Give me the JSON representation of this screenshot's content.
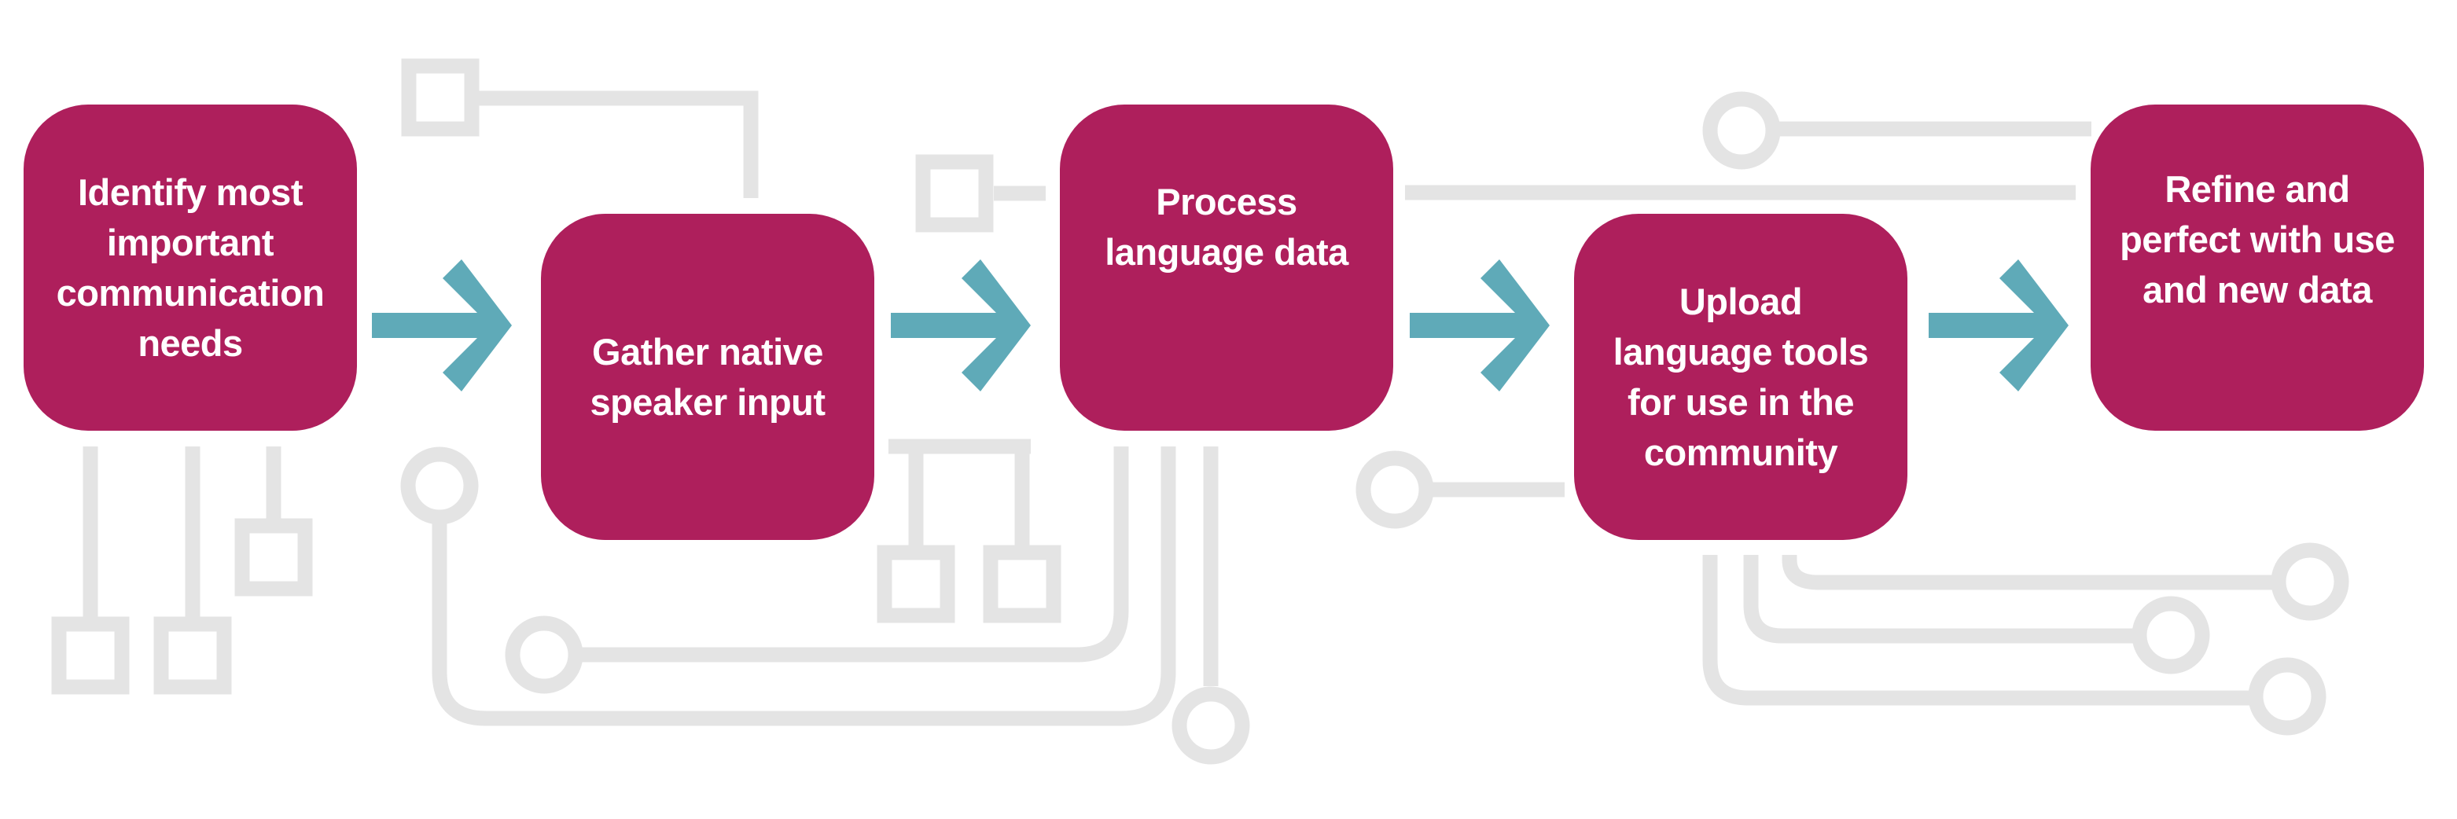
{
  "diagram": {
    "type": "process-flow",
    "colors": {
      "step_fill": "#AE1F5C",
      "step_text": "#FFFFFF",
      "arrow": "#5FAAB8",
      "decoration": "#E4E4E4",
      "background": "#FFFFFF"
    },
    "steps": [
      {
        "id": 1,
        "lines": [
          "Identify most",
          "important",
          "communication",
          "needs"
        ]
      },
      {
        "id": 2,
        "lines": [
          "Gather native",
          "speaker input"
        ]
      },
      {
        "id": 3,
        "lines": [
          "Process",
          "language data"
        ]
      },
      {
        "id": 4,
        "lines": [
          "Upload",
          "language tools",
          "for use in the",
          "community"
        ]
      },
      {
        "id": 5,
        "lines": [
          "Refine and",
          "perfect with use",
          "and new data"
        ]
      }
    ],
    "connectors": [
      {
        "from": 1,
        "to": 2,
        "icon": "arrow-right-icon"
      },
      {
        "from": 2,
        "to": 3,
        "icon": "arrow-right-icon"
      },
      {
        "from": 3,
        "to": 4,
        "icon": "arrow-right-icon"
      },
      {
        "from": 4,
        "to": 5,
        "icon": "arrow-right-icon"
      }
    ],
    "background_motif": "circuit-board-traces"
  }
}
